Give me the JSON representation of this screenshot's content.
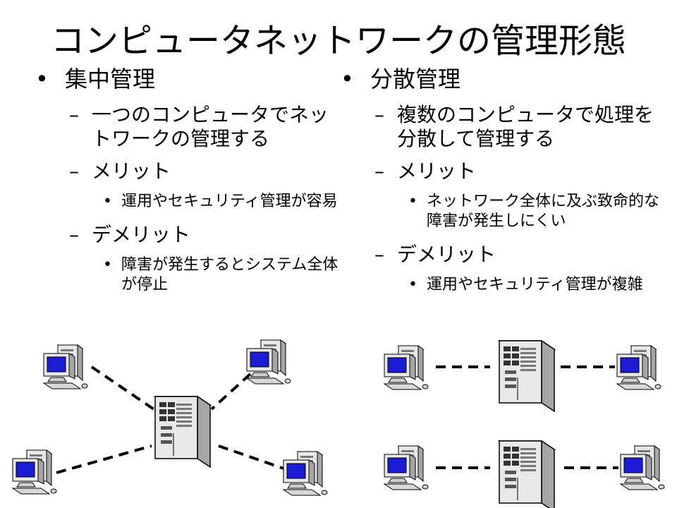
{
  "slide": {
    "title": "コンピュータネットワークの管理形態"
  },
  "left_column": {
    "heading": "集中管理",
    "description": "一つのコンピュータでネットワークの管理する",
    "merit_label": "メリット",
    "merit_item": "運用やセキュリティ管理が容易",
    "demerit_label": "デメリット",
    "demerit_item": "障害が発生するとシステム全体が停止"
  },
  "right_column": {
    "heading": "分散管理",
    "description": "複数のコンピュータで処理を分散して管理する",
    "merit_label": "メリット",
    "merit_item": "ネットワーク全体に及ぶ致命的な障害が発生しにくい",
    "demerit_label": "デメリット",
    "demerit_item": "運用やセキュリティ管理が複雑"
  },
  "markers": {
    "bullet": "•",
    "dash": "–"
  },
  "colors": {
    "text": "#000000",
    "monitor_screen": "#1c1cd4",
    "server_body": "#e8e8e8",
    "server_side": "#a6a6a6",
    "link_line": "#000000"
  },
  "icons": {
    "server": "server-tower-icon",
    "client": "desktop-computer-icon"
  }
}
